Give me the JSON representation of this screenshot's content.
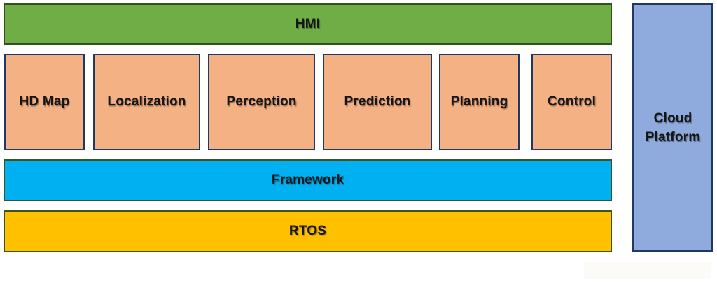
{
  "diagram": {
    "hmi": {
      "label": "HMI",
      "colors": {
        "fill": "#70AD47",
        "border": "#33511D"
      }
    },
    "modules": {
      "colors": {
        "fill": "#F4B183",
        "border": "#1F3864"
      },
      "items": [
        {
          "label": "HD Map"
        },
        {
          "label": "Localization"
        },
        {
          "label": "Perception"
        },
        {
          "label": "Prediction"
        },
        {
          "label": "Planning"
        },
        {
          "label": "Control"
        }
      ]
    },
    "framework": {
      "label": "Framework",
      "colors": {
        "fill": "#00B0F0",
        "border": "#375623"
      }
    },
    "rtos": {
      "label": "RTOS",
      "colors": {
        "fill": "#FFC000",
        "border": "#375623"
      }
    },
    "cloud": {
      "label": "Cloud Platform",
      "colors": {
        "fill": "#8FAADC",
        "border": "#1F3864"
      }
    }
  }
}
